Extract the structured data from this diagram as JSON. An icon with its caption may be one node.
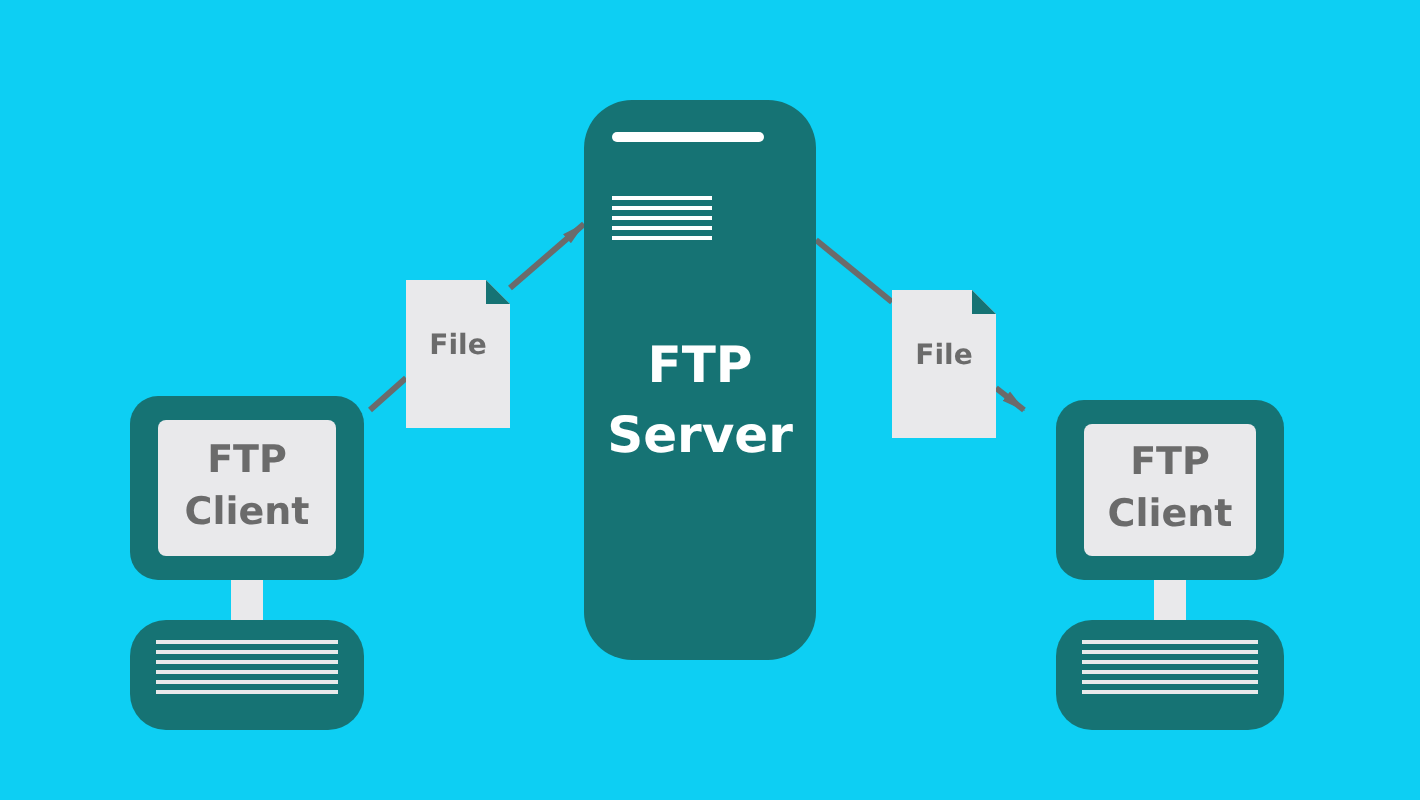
{
  "diagram": {
    "nodes": [
      {
        "text": [
          "FTP Client"
        ]
      },
      {
        "text": [
          "File"
        ]
      },
      {
        "text": [
          "FTP Server"
        ]
      },
      {
        "text": [
          "File"
        ]
      },
      {
        "text": [
          "FTP Client"
        ]
      }
    ],
    "edges": [
      {
        "from": 0,
        "to": 1,
        "arrow": "none"
      },
      {
        "from": 1,
        "to": 2,
        "arrow": "to"
      },
      {
        "from": 2,
        "to": 3,
        "arrow": "none"
      },
      {
        "from": 3,
        "to": 4,
        "arrow": "to"
      }
    ]
  }
}
